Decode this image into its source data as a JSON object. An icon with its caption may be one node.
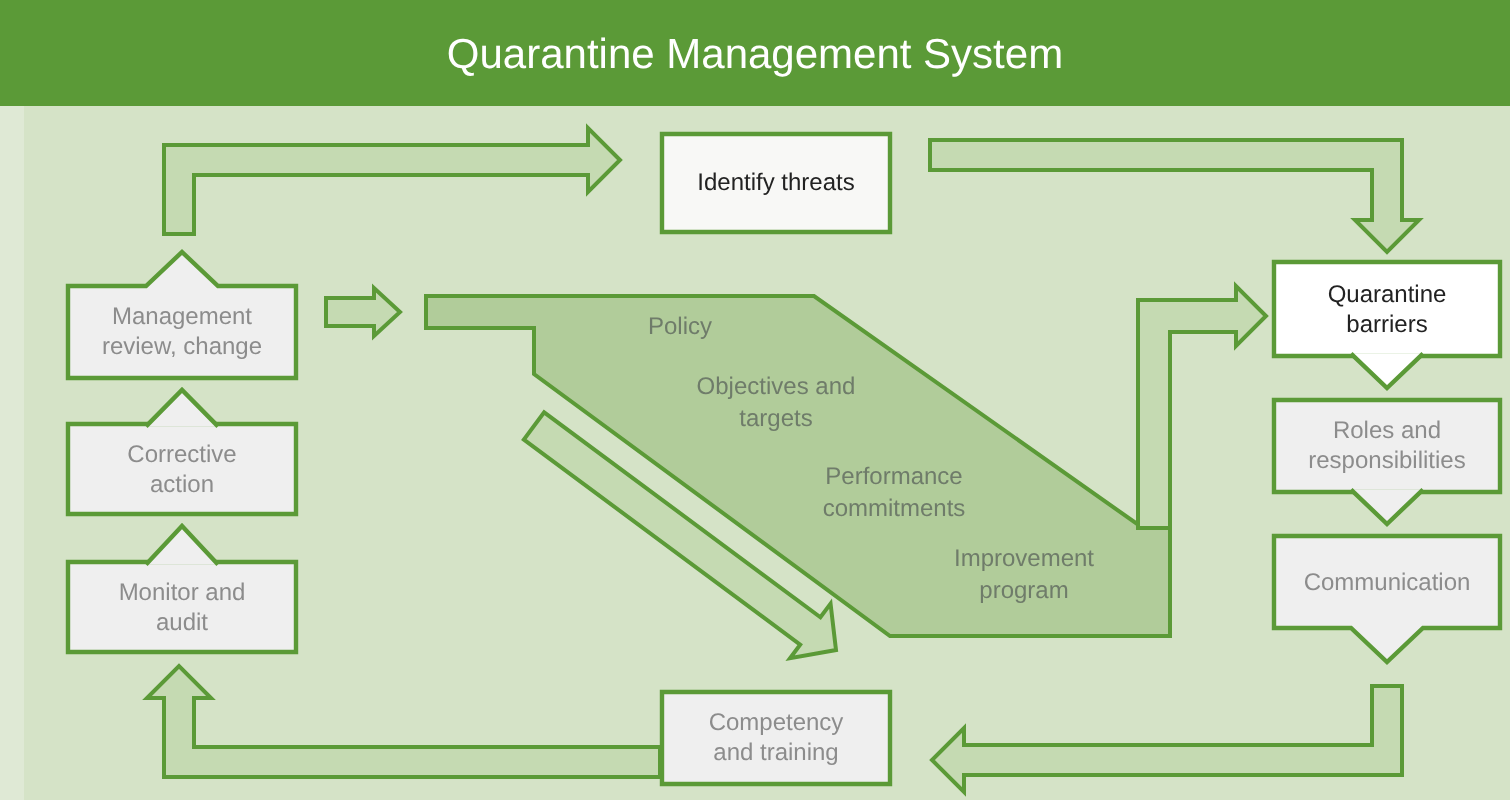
{
  "diagram": {
    "title": "Quarantine Management System",
    "nodes": [
      {
        "text": [
          "Identify threats"
        ]
      },
      {
        "text": [
          "Quarantine barriers"
        ]
      },
      {
        "text": [
          "Roles and responsibilities"
        ]
      },
      {
        "text": [
          "Communication"
        ]
      },
      {
        "text": [
          "Competency and training"
        ]
      },
      {
        "text": [
          "Monitor and audit"
        ]
      },
      {
        "text": [
          "Corrective action"
        ]
      },
      {
        "text": [
          "Management review, change"
        ]
      },
      {
        "text": [
          "Policy",
          "Objectives and targets",
          "Performance commitments",
          "Improvement program"
        ]
      }
    ],
    "edges": [
      {
        "from": 7,
        "to": 0,
        "arrow": "to"
      },
      {
        "from": 0,
        "to": 1,
        "arrow": "to"
      },
      {
        "from": 1,
        "to": 2,
        "arrow": "to"
      },
      {
        "from": 2,
        "to": 3,
        "arrow": "to"
      },
      {
        "from": 3,
        "to": 4,
        "arrow": "to"
      },
      {
        "from": 4,
        "to": 5,
        "arrow": "to"
      },
      {
        "from": 5,
        "to": 6,
        "arrow": "to"
      },
      {
        "from": 6,
        "to": 7,
        "arrow": "to"
      },
      {
        "from": 7,
        "to": 8,
        "arrow": "to"
      },
      {
        "from": 8,
        "to": 1,
        "arrow": "to"
      },
      {
        "from": 8,
        "to": 4,
        "arrow": "to"
      }
    ]
  }
}
